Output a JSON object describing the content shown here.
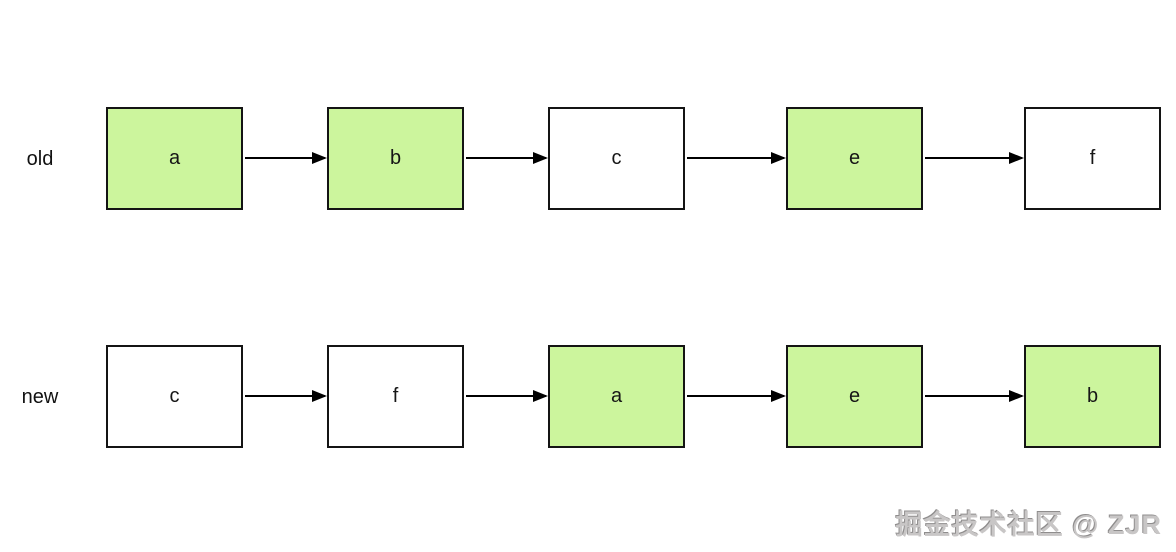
{
  "diagram": {
    "title_semantic": "linked-list diff (old vs new)",
    "rows": [
      {
        "label": "old",
        "nodes": [
          {
            "text": "a",
            "highlighted": true
          },
          {
            "text": "b",
            "highlighted": true
          },
          {
            "text": "c",
            "highlighted": false
          },
          {
            "text": "e",
            "highlighted": true
          },
          {
            "text": "f",
            "highlighted": false
          }
        ]
      },
      {
        "label": "new",
        "nodes": [
          {
            "text": "c",
            "highlighted": false
          },
          {
            "text": "f",
            "highlighted": false
          },
          {
            "text": "a",
            "highlighted": true
          },
          {
            "text": "e",
            "highlighted": true
          },
          {
            "text": "b",
            "highlighted": true
          }
        ]
      }
    ],
    "colors": {
      "highlight_fill": "#ccf59d",
      "normal_fill": "#ffffff",
      "border": "#141414",
      "arrow": "#000000"
    },
    "watermark": "掘金技术社区 @ ZJR"
  }
}
